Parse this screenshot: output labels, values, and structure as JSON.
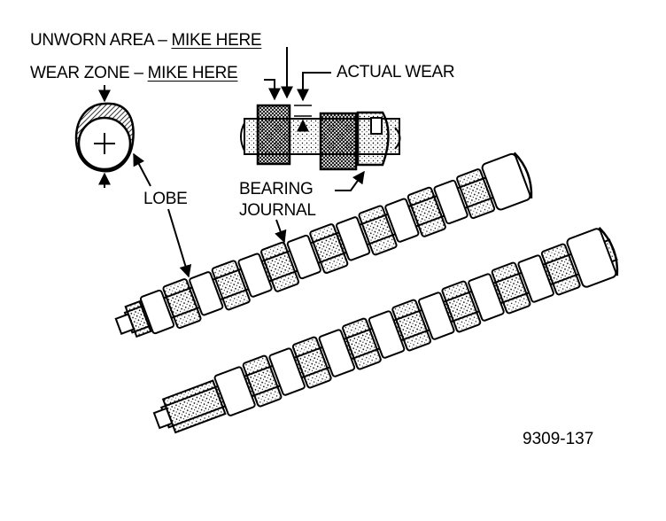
{
  "labels": {
    "unworn_area": "UNWORN AREA – ",
    "unworn_mike": "MIKE HERE",
    "wear_zone": "WEAR ZONE – ",
    "wear_mike": "MIKE HERE",
    "actual_wear": "ACTUAL WEAR",
    "bearing_line1": "BEARING",
    "bearing_line2": "JOURNAL",
    "lobe": "LOBE",
    "figure_number": "9309-137"
  },
  "icons": [
    "plus-icon",
    "arrow-icon"
  ],
  "colors": {
    "ink": "#000000",
    "paper": "#ffffff"
  }
}
